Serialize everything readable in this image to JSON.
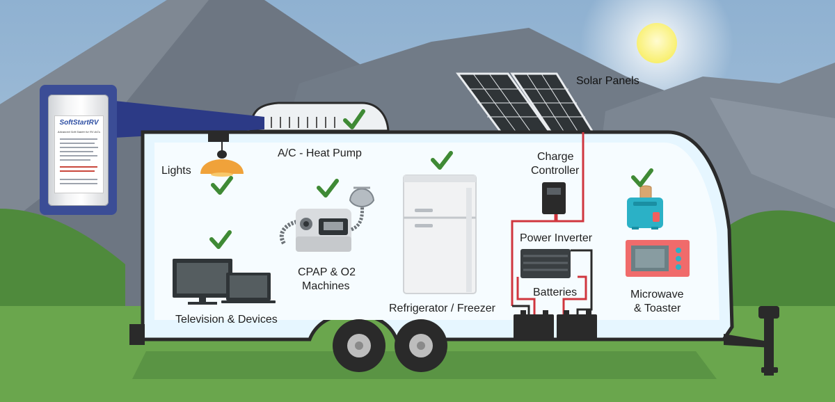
{
  "labels": {
    "solar_panels": "Solar Panels",
    "ac_heat_pump": "A/C - Heat Pump",
    "lights": "Lights",
    "charge_controller_1": "Charge",
    "charge_controller_2": "Controller",
    "cpap_1": "CPAP & O2",
    "cpap_2": "Machines",
    "power_inverter": "Power Inverter",
    "batteries": "Batteries",
    "microwave_1": "Microwave",
    "microwave_2": "& Toaster",
    "refrigerator": "Refrigerator / Freezer",
    "television": "Television & Devices"
  },
  "device": {
    "brand": "SoftStartRV",
    "subtitle": "Advanced Soft Starter for RV A/Cs"
  },
  "colors": {
    "sky": "#8fb0cf",
    "mountain": "#6f7a86",
    "grass": "#5f9b45",
    "trailer_fill": "#e6f6ff",
    "trailer_outline": "#2a2a2a",
    "check": "#3f8a35",
    "device_frame": "#3b4d96",
    "sun": "#fff48a"
  }
}
